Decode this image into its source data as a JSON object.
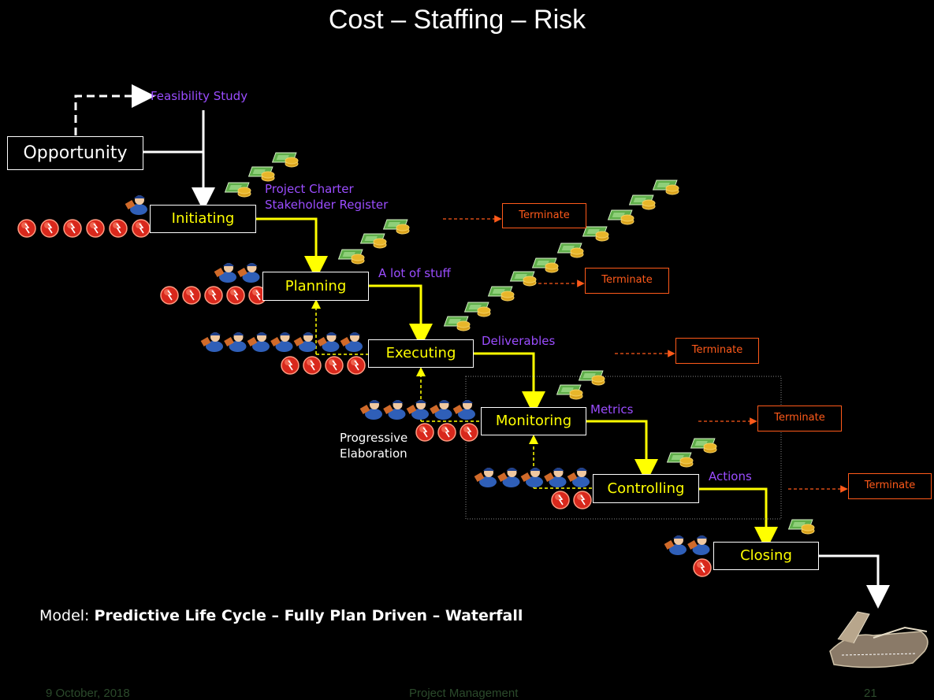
{
  "title": "Cost – Staffing – Risk",
  "opportunity": "Opportunity",
  "feasibility": "Feasibility Study",
  "phases": {
    "initiating": "Initiating",
    "planning": "Planning",
    "executing": "Executing",
    "monitoring": "Monitoring",
    "controlling": "Controlling",
    "closing": "Closing"
  },
  "outputs": {
    "charter_line1": "Project Charter",
    "charter_line2": "Stakeholder Register",
    "planning": "A lot of stuff",
    "executing": "Deliverables",
    "monitoring": "Metrics",
    "controlling": "Actions"
  },
  "terminate": "Terminate",
  "progressive_line1": "Progressive",
  "progressive_line2": "Elaboration",
  "model_label": "Model: ",
  "model_value": "Predictive Life Cycle – Fully Plan Driven – Waterfall",
  "footer": {
    "date": "9 October, 2018",
    "center": "Project Management",
    "page": "21"
  },
  "icons": {
    "cost": "money-stack-icon",
    "staff": "worker-icon",
    "risk": "risk-ball-icon"
  },
  "colors": {
    "background": "#000000",
    "phase_text": "#ffff00",
    "flow_arrow": "#ffff00",
    "output_text": "#9b4dff",
    "terminate": "#ff5a1a"
  }
}
